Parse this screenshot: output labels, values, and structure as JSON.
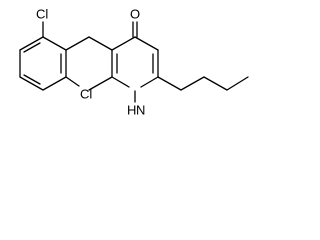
{
  "molecule": {
    "atoms": {
      "cl_top": "Cl",
      "cl_bottom": "Cl",
      "oxygen": "O",
      "ring_nh": "H",
      "nitrogen": "N"
    }
  }
}
